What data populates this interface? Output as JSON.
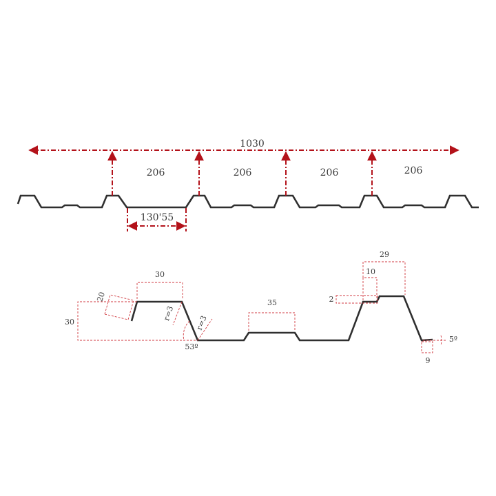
{
  "colors": {
    "profile": "#2f2f2f",
    "dimension_main": "#b3121a",
    "dimension_fine": "#d03a40",
    "label": "#3a3a3a"
  },
  "overview": {
    "total_width": "1030",
    "pitch_labels": [
      "206",
      "206",
      "206",
      "206"
    ],
    "rib_base_width": "130'55"
  },
  "detail": {
    "top_flange_width": "30",
    "lip_length": "20",
    "profile_height": "30",
    "radius_top": "r=3",
    "radius_bottom": "r=3",
    "web_angle": "53º",
    "stiffener_width": "35",
    "step_height": "2",
    "step_width": "10",
    "rib_top_width": "29",
    "end_angle": "5º",
    "end_length": "9"
  }
}
